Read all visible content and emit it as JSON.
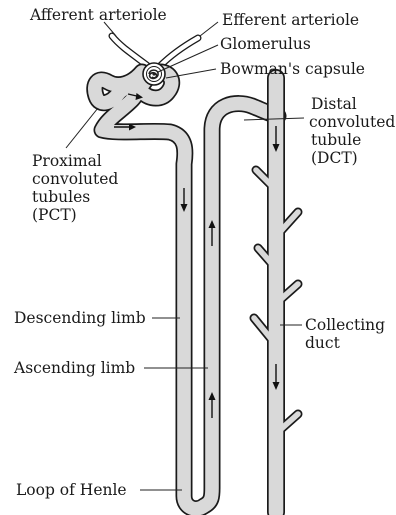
{
  "labels": {
    "afferent_arteriole": "Afferent arteriole",
    "efferent_arteriole": "Efferent arteriole",
    "glomerulus": "Glomerulus",
    "bowmans_capsule": "Bowman's capsule",
    "proximal": [
      "Proximal",
      "convoluted",
      "tubules",
      "(PCT)"
    ],
    "distal": [
      "Distal",
      "convoluted",
      "tubule",
      "(DCT)"
    ],
    "descending_limb": "Descending limb",
    "ascending_limb": "Ascending limb",
    "collecting_duct": [
      "Collecting",
      "duct"
    ],
    "loop_of_henle": "Loop of Henle"
  },
  "colors": {
    "tube_fill": "#d9d9d9",
    "tube_outline": "#1a1a1a",
    "vessel_fill": "#ffffff",
    "glomerulus": "#222222"
  }
}
